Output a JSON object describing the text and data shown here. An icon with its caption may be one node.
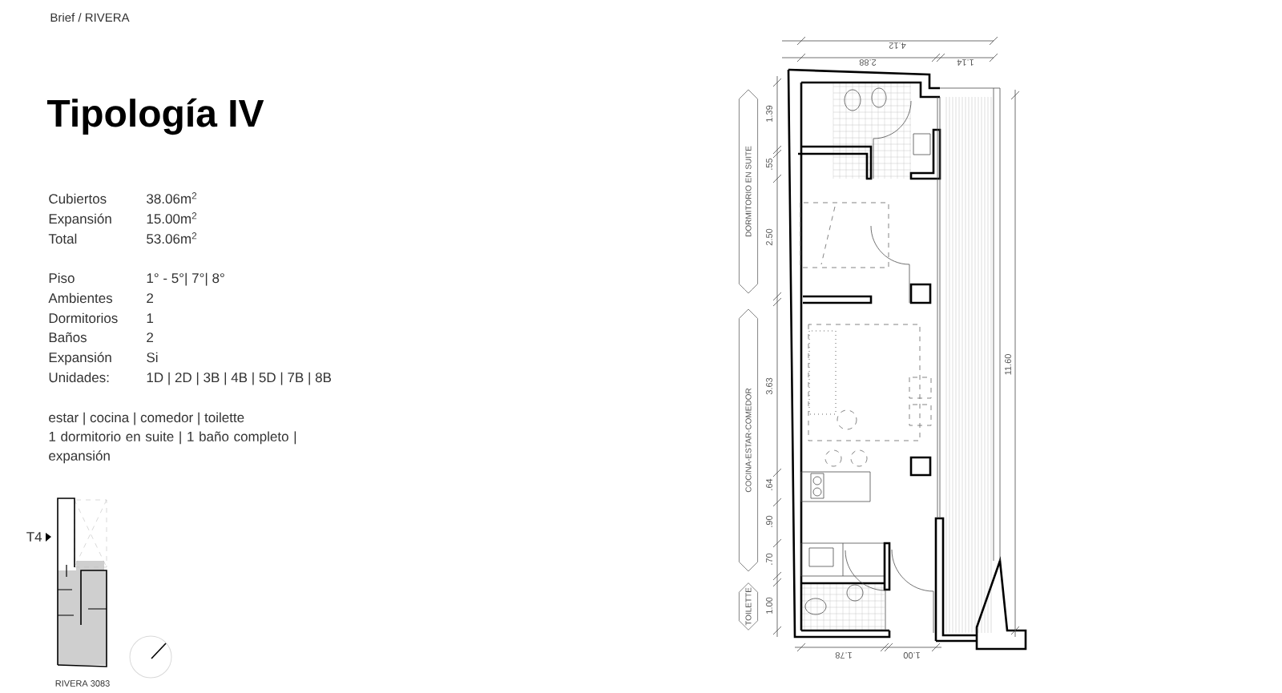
{
  "diagram": {
    "title": "Tipología IV",
    "nodes": [
      {
        "text": [
          "DORMITORIO EN SUITE"
        ]
      },
      {
        "text": [
          "COCINA-ESTAR-COMEDOR"
        ]
      },
      {
        "text": [
          "TOILETTE"
        ]
      }
    ],
    "labels": [
      "Brief / RIVERA",
      "Cubiertos",
      "38.06m$^{2}$",
      "Expansión",
      "15.00m$^{2}$",
      "Total",
      "53.06m$^{2}$",
      "Piso",
      "1° - 5°| 7°| 8°",
      "Ambientes",
      "2",
      "Dormitorios",
      "1",
      "Baños",
      "2",
      "Expansión",
      "Si",
      "Unidades:",
      "1D | 2D | 3B | 4B | 5D | 7B | 8B",
      "estar | cocina | comedor | toilette",
      "1 dormitorio en suite | 1 baño completo | expansión",
      "T4",
      "RIVERA 3083",
      "4.12",
      "2.88",
      "1.14",
      "1.39",
      ".55",
      "2.50",
      "3.63",
      ".64",
      ".90",
      ".70",
      "1.00",
      "11.60",
      "1.78",
      "1.00"
    ]
  }
}
